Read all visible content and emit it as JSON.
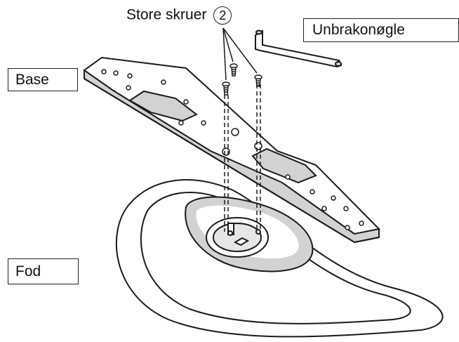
{
  "labels": {
    "screws": "Store skruer",
    "screw_count": "2",
    "hex_key": "Unbrakonøgle",
    "base": "Base",
    "foot": "Fod"
  },
  "colors": {
    "line": "#1a1a1a",
    "shade": "#d2d2d2",
    "background": "#ffffff"
  }
}
